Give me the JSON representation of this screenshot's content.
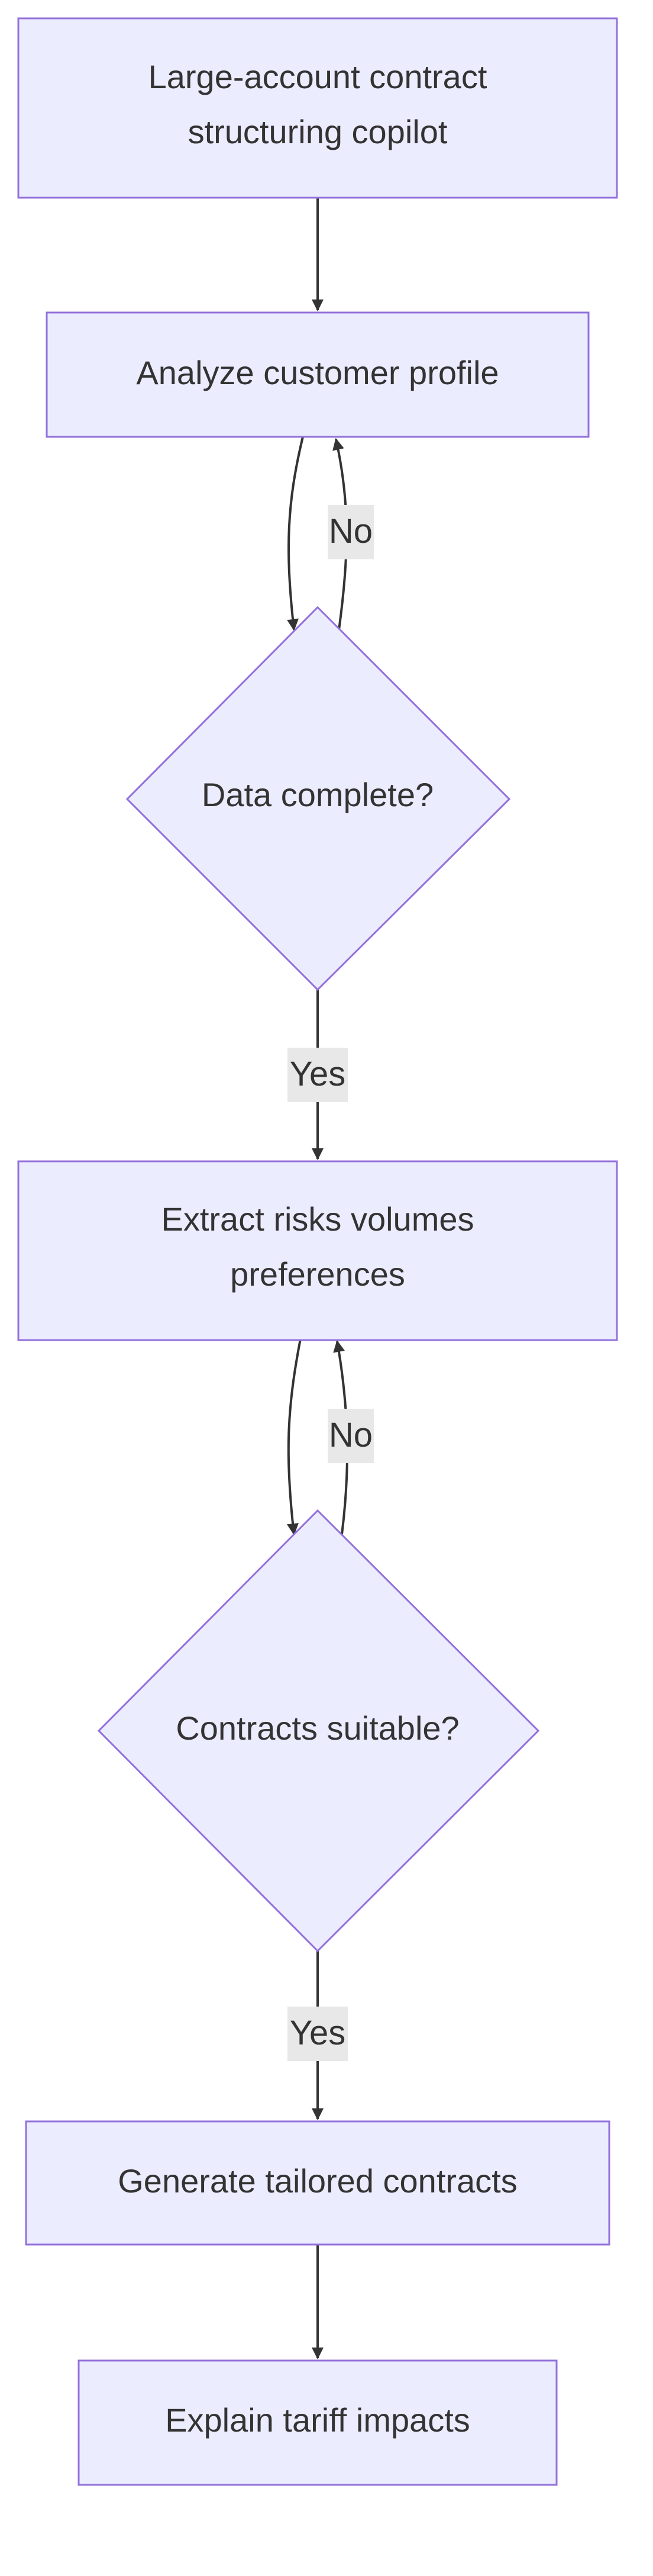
{
  "diagram": {
    "nodes": {
      "start": {
        "line1": "Large-account contract",
        "line2": "structuring copilot"
      },
      "analyze": {
        "label": "Analyze customer profile"
      },
      "data_complete": {
        "label": "Data complete?"
      },
      "extract": {
        "line1": "Extract risks volumes",
        "line2": "preferences"
      },
      "contracts_suitable": {
        "label": "Contracts suitable?"
      },
      "generate": {
        "label": "Generate tailored contracts"
      },
      "explain": {
        "label": "Explain tariff impacts"
      }
    },
    "edges": {
      "data_no": "No",
      "data_yes": "Yes",
      "contracts_no": "No",
      "contracts_yes": "Yes"
    }
  },
  "colors": {
    "node_fill": "#ECECFF",
    "node_stroke": "#9370DB",
    "edge_stroke": "#333333",
    "label_bg": "#E8E8E8",
    "text": "#333333"
  }
}
